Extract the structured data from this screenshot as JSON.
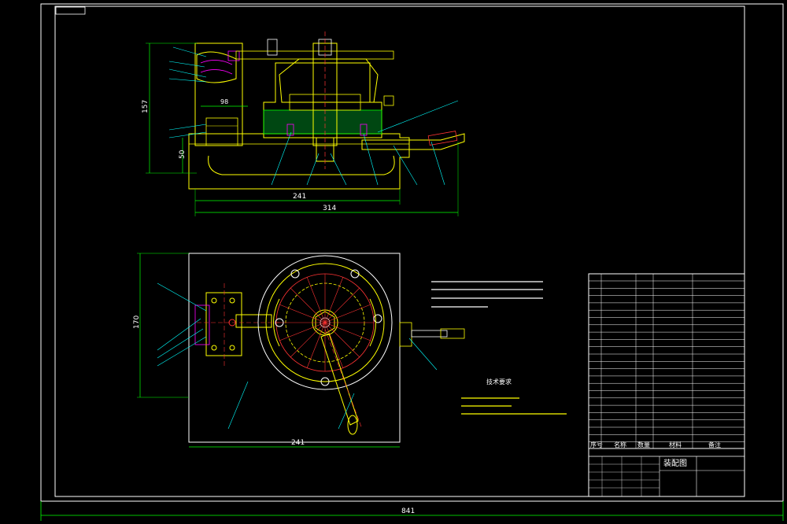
{
  "drawing": {
    "front_view": {
      "dim_height_total": "157",
      "dim_height_partial": "50",
      "dim_width_inner": "98",
      "dim_width_base": "241",
      "dim_width_total": "314"
    },
    "top_view": {
      "dim_height": "170",
      "dim_width": "241"
    },
    "sheet_width_dim": "841",
    "tech_requirements_title": "技术要求",
    "title_block": {
      "header_seq": "序号",
      "header_name": "名称",
      "header_qty": "数量",
      "header_material": "材料",
      "header_remark": "备注",
      "drawing_name": "装配图"
    },
    "colors": {
      "line": "#ffffff",
      "part": "#ffff00",
      "dim": "#00ff00",
      "leader": "#00ffff",
      "center": "#ff3333",
      "hatch": "#ff00ff"
    }
  }
}
